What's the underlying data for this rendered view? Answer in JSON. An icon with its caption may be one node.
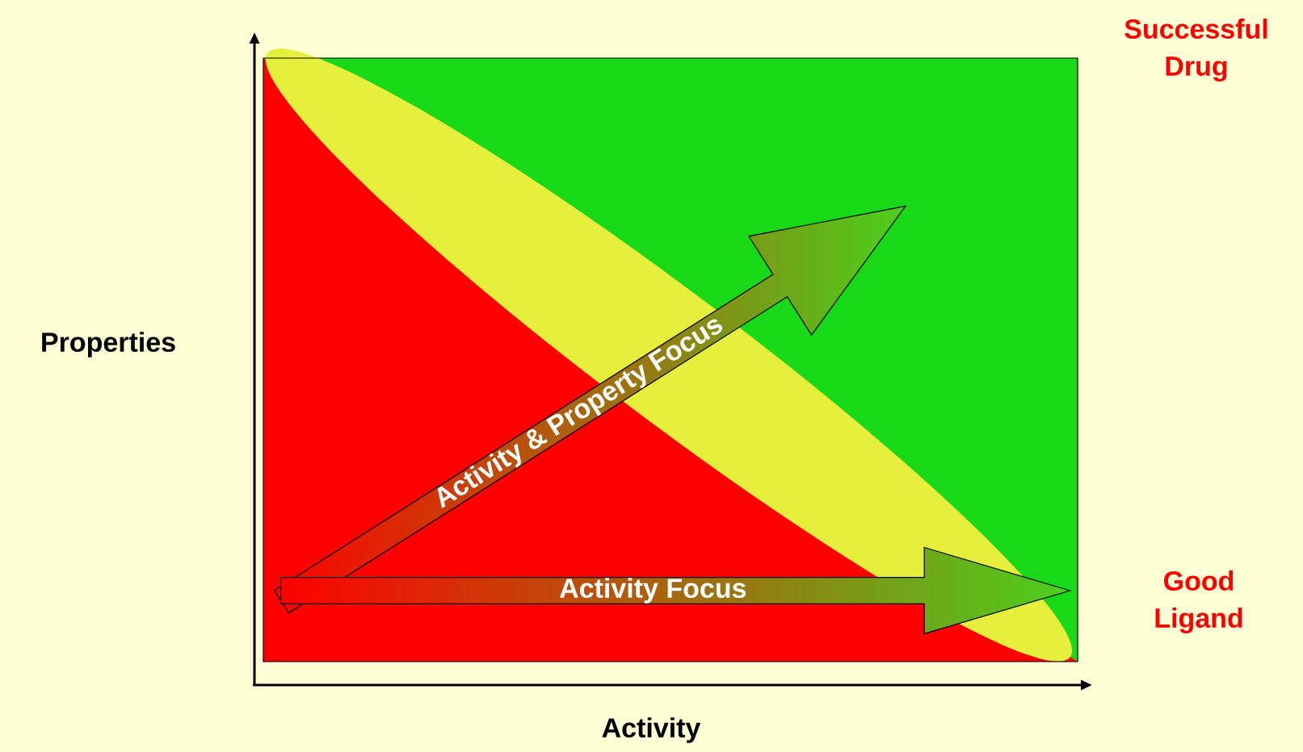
{
  "diagram": {
    "nodes": [
      {
        "text": [
          "Activity & Property Focus"
        ]
      },
      {
        "text": [
          "Activity Focus"
        ]
      }
    ],
    "labels": [
      "Successful Drug",
      "Properties",
      "Good Ligand",
      "Activity"
    ]
  }
}
